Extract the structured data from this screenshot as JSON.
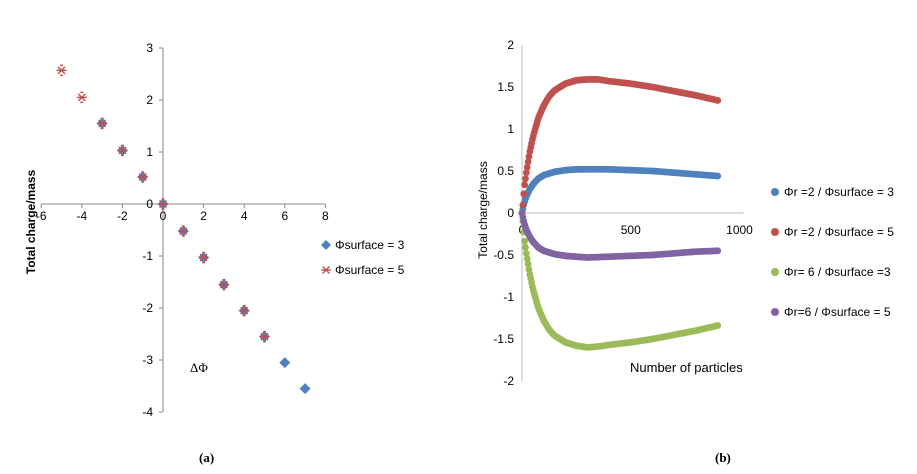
{
  "chart_data": [
    {
      "type": "scatter",
      "panel_label": "(a)",
      "ylabel": "Total charge/mass",
      "xlim": [
        -6,
        8
      ],
      "ylim": [
        -4,
        3
      ],
      "x_ticks": [
        "-6",
        "-4",
        "-2",
        "0",
        "2",
        "4",
        "6",
        "8"
      ],
      "y_ticks": [
        "3",
        "2",
        "1",
        "0",
        "-1",
        "-2",
        "-3",
        "-4"
      ],
      "annotation": "ΔΦ",
      "legend_position": "right",
      "series": [
        {
          "name": "Φsurface  = 3",
          "marker": "diamond",
          "color": "#4f81bd",
          "points": [
            [
              -3,
              1.55
            ],
            [
              -2,
              1.03
            ],
            [
              -1,
              0.52
            ],
            [
              0,
              0
            ],
            [
              1,
              -0.52
            ],
            [
              2,
              -1.03
            ],
            [
              3,
              -1.55
            ],
            [
              4,
              -2.05
            ],
            [
              5,
              -2.55
            ],
            [
              6,
              -3.05
            ],
            [
              7,
              -3.55
            ]
          ]
        },
        {
          "name": "Φsurface  = 5",
          "marker": "asterisk",
          "color": "#c0504d",
          "points": [
            [
              -5,
              2.57
            ],
            [
              -4,
              2.05
            ],
            [
              -3,
              1.55
            ],
            [
              -2,
              1.03
            ],
            [
              -1,
              0.52
            ],
            [
              0,
              0
            ],
            [
              1,
              -0.52
            ],
            [
              2,
              -1.03
            ],
            [
              3,
              -1.55
            ],
            [
              4,
              -2.05
            ],
            [
              5,
              -2.55
            ]
          ]
        }
      ]
    },
    {
      "type": "scatter",
      "panel_label": "(b)",
      "xlabel": "Number of particles",
      "ylabel": "Total charge/mass",
      "xlim": [
        0,
        1000
      ],
      "ylim": [
        -2,
        2
      ],
      "x_ticks": [
        "0",
        "500",
        "1000"
      ],
      "y_ticks": [
        "2",
        "1.5",
        "1",
        "0.5",
        "0",
        "-0.5",
        "-1",
        "-1.5",
        "-2"
      ],
      "legend_position": "right",
      "series": [
        {
          "name": "Φr =2 / Φsurface  = 3",
          "color": "#4f81bd",
          "points": [
            [
              0,
              0
            ],
            [
              10,
              0.12
            ],
            [
              20,
              0.2
            ],
            [
              35,
              0.28
            ],
            [
              50,
              0.34
            ],
            [
              75,
              0.41
            ],
            [
              100,
              0.45
            ],
            [
              150,
              0.49
            ],
            [
              200,
              0.51
            ],
            [
              250,
              0.52
            ],
            [
              300,
              0.52
            ],
            [
              400,
              0.52
            ],
            [
              500,
              0.51
            ],
            [
              600,
              0.5
            ],
            [
              700,
              0.48
            ],
            [
              800,
              0.46
            ],
            [
              900,
              0.44
            ]
          ]
        },
        {
          "name": "Φr =2 / Φsurface  = 5",
          "color": "#c0504d",
          "points": [
            [
              0,
              0
            ],
            [
              5,
              0.12
            ],
            [
              10,
              0.3
            ],
            [
              20,
              0.48
            ],
            [
              35,
              0.72
            ],
            [
              50,
              0.9
            ],
            [
              75,
              1.13
            ],
            [
              100,
              1.28
            ],
            [
              125,
              1.39
            ],
            [
              150,
              1.46
            ],
            [
              200,
              1.54
            ],
            [
              250,
              1.58
            ],
            [
              300,
              1.59
            ],
            [
              350,
              1.59
            ],
            [
              400,
              1.57
            ],
            [
              500,
              1.54
            ],
            [
              600,
              1.5
            ],
            [
              700,
              1.45
            ],
            [
              800,
              1.4
            ],
            [
              900,
              1.34
            ]
          ]
        },
        {
          "name": "Φr= 6 / Φsurface  =3",
          "color": "#9bbb59",
          "points": [
            [
              0,
              0
            ],
            [
              5,
              -0.12
            ],
            [
              10,
              -0.3
            ],
            [
              20,
              -0.48
            ],
            [
              35,
              -0.72
            ],
            [
              50,
              -0.9
            ],
            [
              75,
              -1.13
            ],
            [
              100,
              -1.28
            ],
            [
              125,
              -1.39
            ],
            [
              150,
              -1.46
            ],
            [
              200,
              -1.54
            ],
            [
              250,
              -1.58
            ],
            [
              300,
              -1.6
            ],
            [
              350,
              -1.59
            ],
            [
              400,
              -1.57
            ],
            [
              500,
              -1.54
            ],
            [
              600,
              -1.5
            ],
            [
              700,
              -1.45
            ],
            [
              800,
              -1.4
            ],
            [
              900,
              -1.34
            ]
          ]
        },
        {
          "name": "Φr=6 / Φsurface  = 5",
          "color": "#8064a2",
          "points": [
            [
              0,
              0
            ],
            [
              10,
              -0.12
            ],
            [
              20,
              -0.2
            ],
            [
              35,
              -0.28
            ],
            [
              50,
              -0.34
            ],
            [
              75,
              -0.41
            ],
            [
              100,
              -0.45
            ],
            [
              150,
              -0.49
            ],
            [
              200,
              -0.51
            ],
            [
              250,
              -0.52
            ],
            [
              300,
              -0.53
            ],
            [
              400,
              -0.52
            ],
            [
              500,
              -0.51
            ],
            [
              600,
              -0.5
            ],
            [
              700,
              -0.48
            ],
            [
              800,
              -0.46
            ],
            [
              900,
              -0.45
            ]
          ]
        }
      ]
    }
  ]
}
